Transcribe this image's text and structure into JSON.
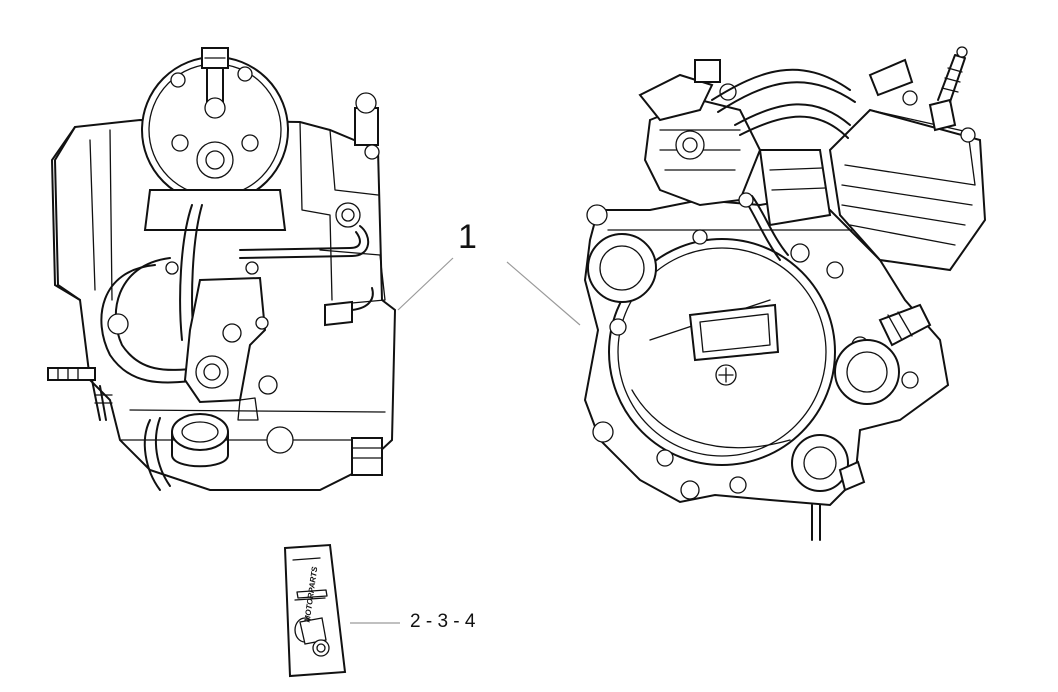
{
  "callouts": {
    "engine_ref": "1",
    "kit_ref": "2 - 3 - 4"
  },
  "kit_label": "MOTORPARTS",
  "colors": {
    "line": "#111111",
    "leader": "#9a9a9a",
    "background": "#ffffff"
  }
}
